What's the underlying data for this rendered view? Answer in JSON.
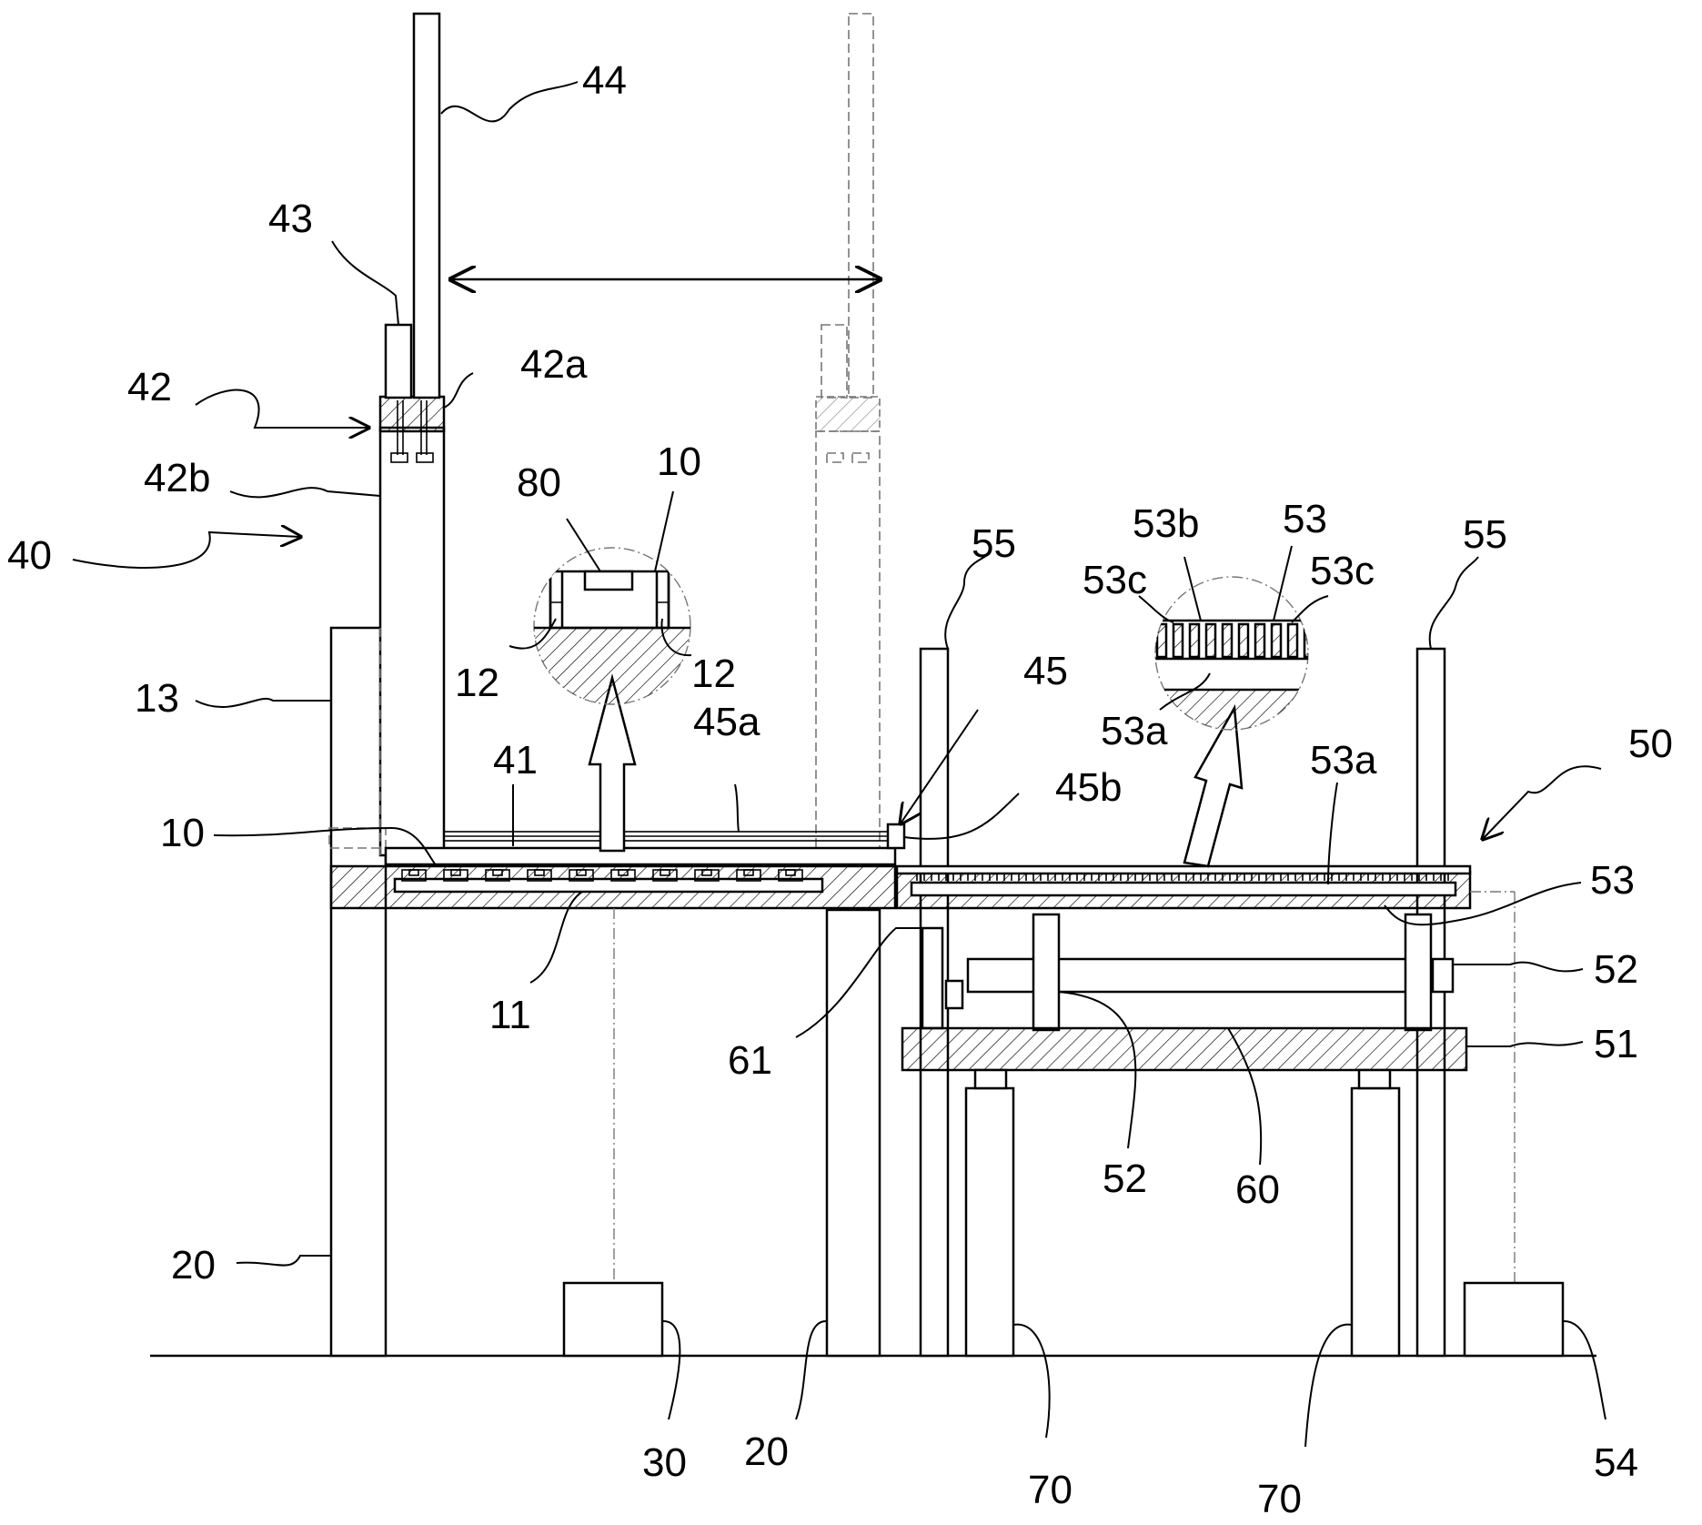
{
  "labels": {
    "l44": "44",
    "l43": "43",
    "l42a": "42a",
    "l42": "42",
    "l42b": "42b",
    "l40": "40",
    "l80": "80",
    "l10_top": "10",
    "l12_left": "12",
    "l12_right": "12",
    "l13": "13",
    "l41": "41",
    "l45a": "45a",
    "l45": "45",
    "l45b": "45b",
    "l10_side": "10",
    "l11": "11",
    "l20_left": "20",
    "l30": "30",
    "l20_mid": "20",
    "l61": "61",
    "l55_left": "55",
    "l55_right": "55",
    "l53b": "53b",
    "l53_top": "53",
    "l53c_left": "53c",
    "l53c_right": "53c",
    "l53a_circle": "53a",
    "l53a_plate": "53a",
    "l50": "50",
    "l53_side": "53",
    "l52_right": "52",
    "l51": "51",
    "l52_mid": "52",
    "l60": "60",
    "l70_left": "70",
    "l70_right": "70",
    "l54": "54"
  },
  "colors": {
    "line": "#000000",
    "phantom": "#777777",
    "background": "#ffffff"
  }
}
